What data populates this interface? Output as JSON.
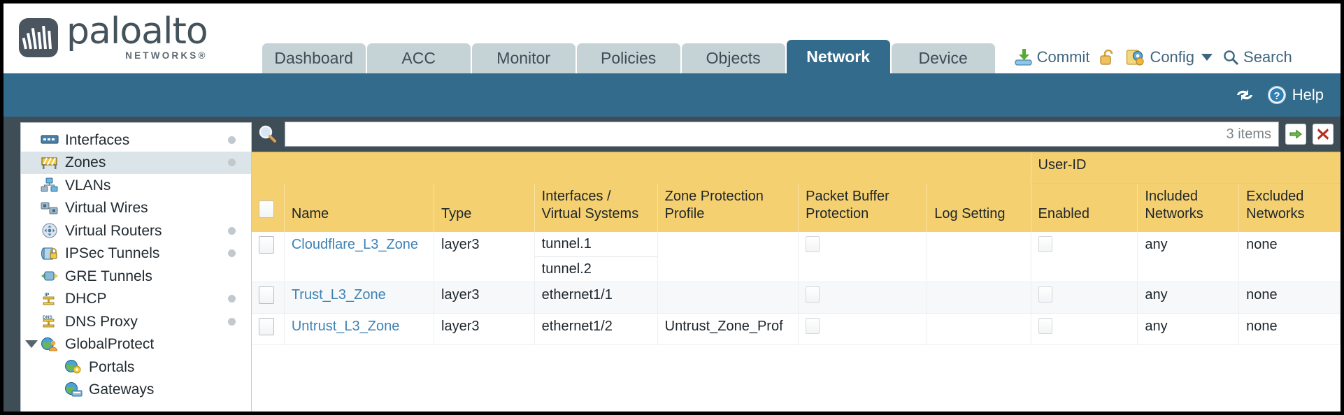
{
  "brand": {
    "name": "paloalto",
    "tagline": "NETWORKS®",
    "logo_icon": "paloalto-logo-icon"
  },
  "nav_tabs": [
    {
      "label": "Dashboard",
      "active": false
    },
    {
      "label": "ACC",
      "active": false
    },
    {
      "label": "Monitor",
      "active": false
    },
    {
      "label": "Policies",
      "active": false
    },
    {
      "label": "Objects",
      "active": false
    },
    {
      "label": "Network",
      "active": true
    },
    {
      "label": "Device",
      "active": false
    }
  ],
  "toolbar": {
    "commit_label": "Commit",
    "commit_icon": "commit-download-icon",
    "lock_icon": "unlocked-padlock-icon",
    "config_label": "Config",
    "config_icon": "config-wrench-icon",
    "config_caret_icon": "chevron-down-icon",
    "search_label": "Search",
    "search_icon": "search-magnifier-icon"
  },
  "blueband": {
    "refresh_icon": "refresh-icon",
    "help_label": "Help",
    "help_icon": "help-question-icon"
  },
  "sidebar": {
    "items": [
      {
        "label": "Interfaces",
        "icon": "interfaces-icon",
        "selected": false,
        "dot": true,
        "child": false,
        "expander": false
      },
      {
        "label": "Zones",
        "icon": "zones-icon",
        "selected": true,
        "dot": true,
        "child": false,
        "expander": false
      },
      {
        "label": "VLANs",
        "icon": "vlans-icon",
        "selected": false,
        "dot": false,
        "child": false,
        "expander": false
      },
      {
        "label": "Virtual Wires",
        "icon": "virtual-wires-icon",
        "selected": false,
        "dot": false,
        "child": false,
        "expander": false
      },
      {
        "label": "Virtual Routers",
        "icon": "virtual-routers-icon",
        "selected": false,
        "dot": true,
        "child": false,
        "expander": false
      },
      {
        "label": "IPSec Tunnels",
        "icon": "ipsec-tunnels-icon",
        "selected": false,
        "dot": true,
        "child": false,
        "expander": false
      },
      {
        "label": "GRE Tunnels",
        "icon": "gre-tunnels-icon",
        "selected": false,
        "dot": false,
        "child": false,
        "expander": false
      },
      {
        "label": "DHCP",
        "icon": "dhcp-icon",
        "selected": false,
        "dot": true,
        "child": false,
        "expander": false
      },
      {
        "label": "DNS Proxy",
        "icon": "dns-proxy-icon",
        "selected": false,
        "dot": true,
        "child": false,
        "expander": false
      },
      {
        "label": "GlobalProtect",
        "icon": "globalprotect-icon",
        "selected": false,
        "dot": false,
        "child": false,
        "expander": true
      },
      {
        "label": "Portals",
        "icon": "portals-icon",
        "selected": false,
        "dot": false,
        "child": true,
        "expander": false
      },
      {
        "label": "Gateways",
        "icon": "gateways-icon",
        "selected": false,
        "dot": false,
        "child": true,
        "expander": false
      }
    ]
  },
  "search": {
    "icon": "search-magnifier-icon",
    "value": "",
    "placeholder": "",
    "item_count": "3 items",
    "apply_icon": "green-arrow-right-icon",
    "clear_icon": "red-x-icon"
  },
  "table": {
    "group_headers": [
      {
        "label": "User-ID",
        "span": 3
      }
    ],
    "columns": [
      "Name",
      "Type",
      "Interfaces / Virtual Systems",
      "Zone Protection Profile",
      "Packet Buffer Protection",
      "Log Setting",
      "Enabled",
      "Included Networks",
      "Excluded Networks"
    ],
    "select_all_checkbox": false,
    "rows": [
      {
        "checked": false,
        "name": "Cloudflare_L3_Zone",
        "type": "layer3",
        "interfaces": [
          "tunnel.1",
          "tunnel.2"
        ],
        "zone_protection_profile": "",
        "packet_buffer_protection": false,
        "log_setting": "",
        "userid_enabled": false,
        "included_networks": "any",
        "excluded_networks": "none"
      },
      {
        "checked": false,
        "name": "Trust_L3_Zone",
        "type": "layer3",
        "interfaces": [
          "ethernet1/1"
        ],
        "zone_protection_profile": "",
        "packet_buffer_protection": false,
        "log_setting": "",
        "userid_enabled": false,
        "included_networks": "any",
        "excluded_networks": "none"
      },
      {
        "checked": false,
        "name": "Untrust_L3_Zone",
        "type": "layer3",
        "interfaces": [
          "ethernet1/2"
        ],
        "zone_protection_profile": "Untrust_Zone_Prof",
        "packet_buffer_protection": false,
        "log_setting": "",
        "userid_enabled": false,
        "included_networks": "any",
        "excluded_networks": "none"
      }
    ]
  },
  "colors": {
    "brand_blue": "#336b8d",
    "header_gold": "#f5d070",
    "group_gold": "#e5bb55",
    "chrome_dark": "#3f4d57",
    "link_blue": "#3d82b5",
    "selected_nav": "#dbe4e8"
  }
}
